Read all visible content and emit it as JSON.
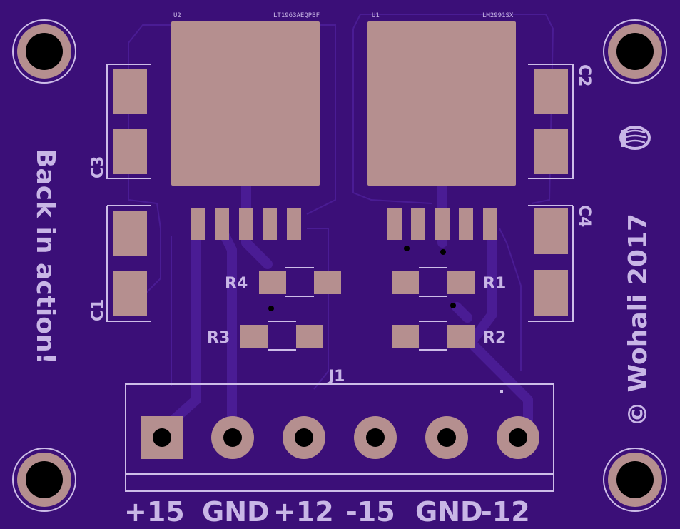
{
  "board": {
    "colors": {
      "board": "#3b0f78",
      "copper": "#b58f8f",
      "silkscreen": "#c8b6e6",
      "trace": "#4a1c94",
      "hole": "#000000"
    }
  },
  "components": {
    "u2": {
      "ref": "U2",
      "value": "LT1963AEQPBF"
    },
    "u1": {
      "ref": "U1",
      "value": "LM2991SX"
    },
    "c1": "C1",
    "c2": "C2",
    "c3": "C3",
    "c4": "C4",
    "r1": "R1",
    "r2": "R2",
    "r3": "R3",
    "r4": "R4",
    "j1": "J1"
  },
  "silkscreen": {
    "side_left": "Back in action!",
    "side_right": "© Wohali 2017",
    "pins": [
      "+15",
      "GND",
      "+12",
      "-15",
      "GND",
      "-12"
    ]
  },
  "icons": {
    "mounting_holes": "mounting-hole-icon",
    "logo": "logo-icon"
  }
}
